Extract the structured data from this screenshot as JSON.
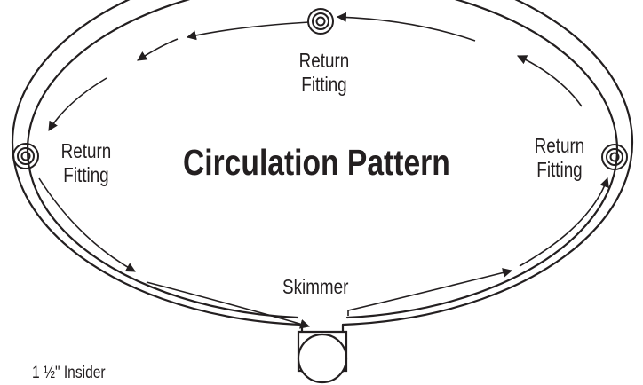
{
  "title": "Circulation Pattern",
  "fittings": {
    "top": {
      "line1": "Return",
      "line2": "Fitting"
    },
    "left": {
      "line1": "Return",
      "line2": "Fitting"
    },
    "right": {
      "line1": "Return",
      "line2": "Fitting"
    }
  },
  "skimmer": "Skimmer",
  "model": "1 ½\" Insider",
  "colors": {
    "ink": "#231f20",
    "background": "#ffffff"
  }
}
